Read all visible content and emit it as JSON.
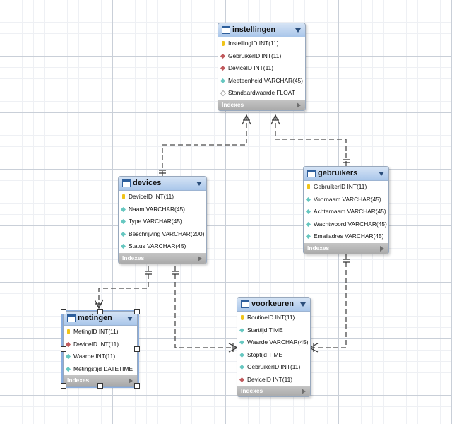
{
  "tables": [
    {
      "key": "instellingen",
      "name": "instellingen",
      "columns": [
        {
          "label": "InstellingID INT(11)",
          "icon": "primary-key-icon"
        },
        {
          "label": "GebruikerID INT(11)",
          "icon": "foreign-key-icon"
        },
        {
          "label": "DeviceID INT(11)",
          "icon": "foreign-key-icon"
        },
        {
          "label": "Meeteenheid VARCHAR(45)",
          "icon": "not-null-column-icon"
        },
        {
          "label": "Standaardwaarde FLOAT",
          "icon": "nullable-column-icon"
        }
      ],
      "indexes_label": "Indexes"
    },
    {
      "key": "devices",
      "name": "devices",
      "columns": [
        {
          "label": "DeviceID INT(11)",
          "icon": "primary-key-icon"
        },
        {
          "label": "Naam VARCHAR(45)",
          "icon": "not-null-column-icon"
        },
        {
          "label": "Type VARCHAR(45)",
          "icon": "not-null-column-icon"
        },
        {
          "label": "Beschrijving VARCHAR(200)",
          "icon": "not-null-column-icon"
        },
        {
          "label": "Status VARCHAR(45)",
          "icon": "not-null-column-icon"
        }
      ],
      "indexes_label": "Indexes"
    },
    {
      "key": "gebruikers",
      "name": "gebruikers",
      "columns": [
        {
          "label": "GebruikerID INT(11)",
          "icon": "primary-key-icon"
        },
        {
          "label": "Voornaam VARCHAR(45)",
          "icon": "not-null-column-icon"
        },
        {
          "label": "Achternaam VARCHAR(45)",
          "icon": "not-null-column-icon"
        },
        {
          "label": "Wachtwoord VARCHAR(45)",
          "icon": "not-null-column-icon"
        },
        {
          "label": "Emailadres VARCHAR(45)",
          "icon": "not-null-column-icon"
        }
      ],
      "indexes_label": "Indexes"
    },
    {
      "key": "metingen",
      "name": "metingen",
      "columns": [
        {
          "label": "MetingID INT(11)",
          "icon": "primary-key-icon"
        },
        {
          "label": "DeviceID INT(11)",
          "icon": "foreign-key-icon"
        },
        {
          "label": "Waarde INT(11)",
          "icon": "not-null-column-icon"
        },
        {
          "label": "Metingstijd DATETIME",
          "icon": "not-null-column-icon"
        }
      ],
      "indexes_label": "Indexes"
    },
    {
      "key": "voorkeuren",
      "name": "voorkeuren",
      "columns": [
        {
          "label": "RoutineID INT(11)",
          "icon": "primary-key-icon"
        },
        {
          "label": "Starttijd TIME",
          "icon": "not-null-column-icon"
        },
        {
          "label": "Waarde VARCHAR(45)",
          "icon": "not-null-column-icon"
        },
        {
          "label": "Stoptijd TIME",
          "icon": "not-null-column-icon"
        },
        {
          "label": "GebruikerID INT(11)",
          "icon": "not-null-column-icon"
        },
        {
          "label": "DeviceID INT(11)",
          "icon": "foreign-key-icon"
        }
      ],
      "indexes_label": "Indexes"
    }
  ],
  "relationships": [
    {
      "from": "instellingen",
      "to": "devices"
    },
    {
      "from": "instellingen",
      "to": "gebruikers"
    },
    {
      "from": "devices",
      "to": "metingen"
    },
    {
      "from": "devices",
      "to": "voorkeuren"
    },
    {
      "from": "gebruikers",
      "to": "voorkeuren"
    }
  ],
  "selected_table": "metingen"
}
